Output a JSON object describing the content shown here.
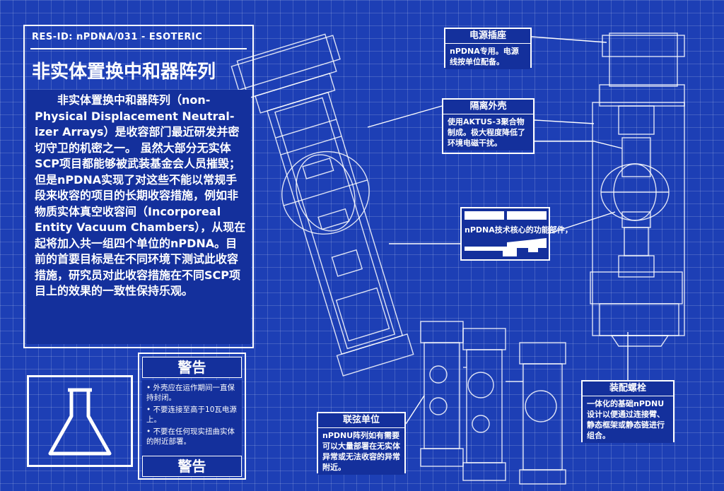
{
  "header": {
    "res_id": "RES-ID: nPDNA/031 - ESOTERIC",
    "title": "非实体置换中和器阵列",
    "body": "非实体置换中和器阵列（non-Physical Displacement Neutral-izer Arrays）是收容部门最近研发并密切守卫的机密之一。 虽然大部分无实体 SCP项目都能够被武装基金会人员摧毁；但是nPDNA实现了对这些不能以常规手段来收容的项目的长期收容措施，例如非物质实体真空收容间（Incorporeal Entity Vacuum Chambers），从现在起将加入共一组四个单位的nPDNA。目前的首要目标是在不同环境下测试此收容措施，研究员对此收容措施在不同SCP项目上的效果的一致性保持乐观。"
  },
  "warning": {
    "title_top": "警告",
    "items": [
      "• 外壳应在运作期间一直保持封闭。",
      "• 不要连接至高于10瓦电源上。",
      "• 不要在任何现实扭曲实体的附近部署。"
    ],
    "title_bottom": "警告"
  },
  "icons": {
    "lab": "flask-icon"
  },
  "callouts": {
    "power": {
      "title": "电源插座",
      "body": "nPDNA专用。电源线按单位配备。"
    },
    "shell": {
      "title": "隔离外壳",
      "body": "使用AKTUS-3聚合物制成。极大程度降低了环境电磁干扰。"
    },
    "core": {
      "body": "nPDNA技术核心的功能部件，"
    },
    "unit": {
      "title": "联弦单位",
      "body": "nPDNU阵列如有需要可以大量部署在无实体异常或无法收容的异常附近。"
    },
    "bolt": {
      "title": "装配螺栓",
      "body": "一体化的基础nPDNU设计以便通过连接臂、静态框架或静态链进行组合。"
    }
  },
  "colors": {
    "background": "#1d3fb5",
    "panel": "#14309c",
    "line": "#ffffff"
  }
}
